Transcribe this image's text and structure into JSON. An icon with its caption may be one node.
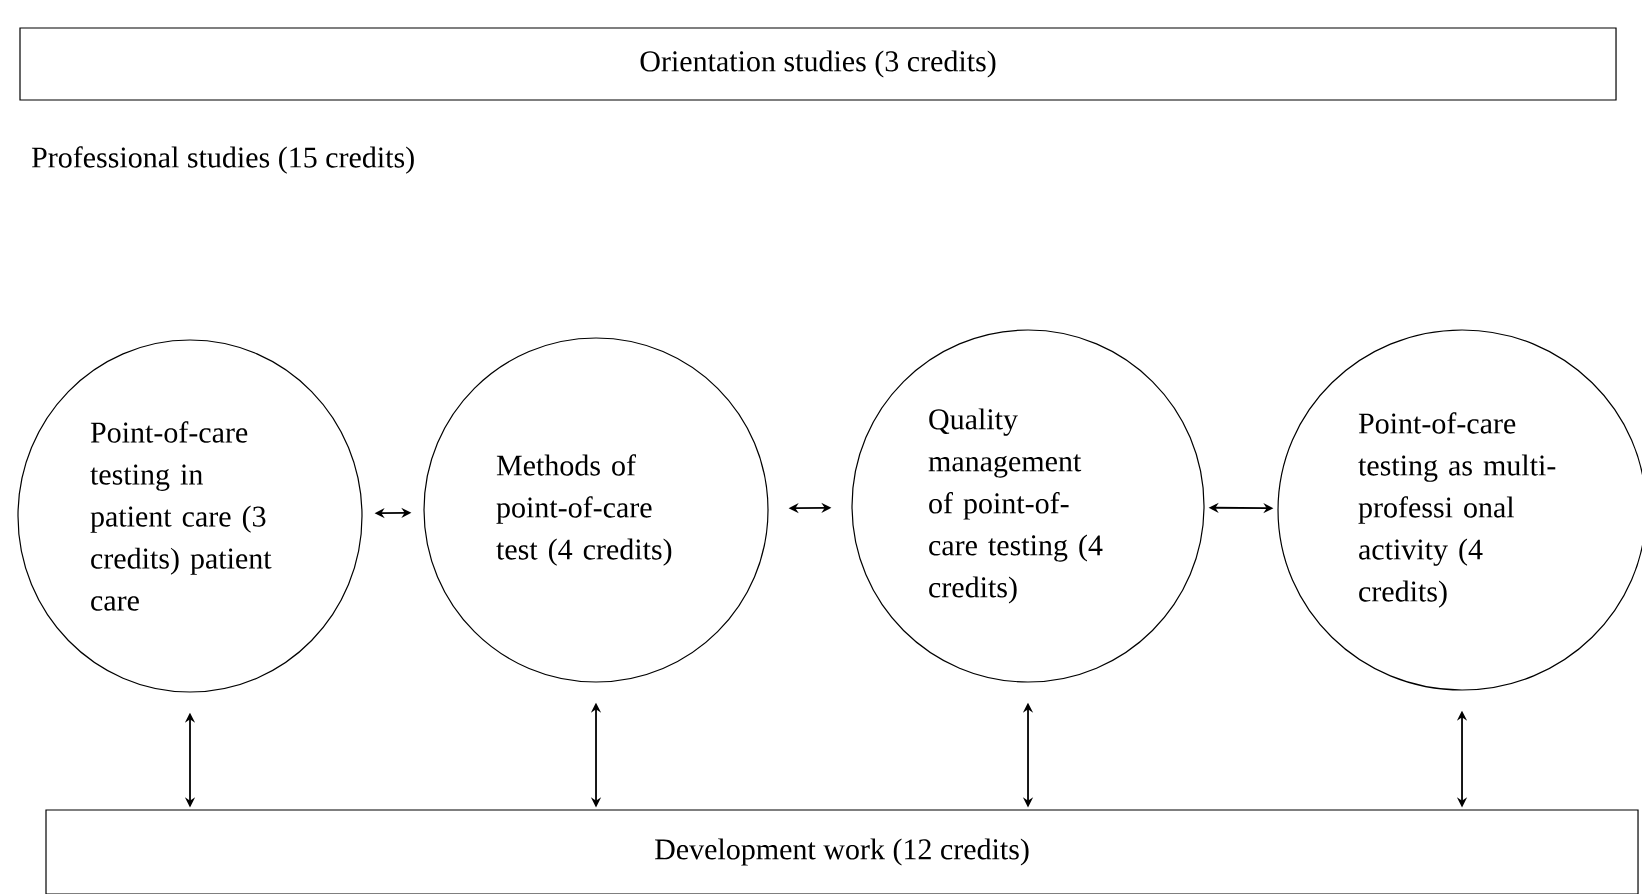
{
  "diagram": {
    "nodes": [
      {
        "text": [
          "Orientation studies (3 credits)"
        ]
      },
      {
        "text": [
          "Point-of-care testing in patient care (3 credits) patient care"
        ]
      },
      {
        "text": [
          "Methods of point-of-care test (4 credits)"
        ]
      },
      {
        "text": [
          "Quality management of point-of-care testing (4 credits)"
        ]
      },
      {
        "text": [
          "Point-of-care testing as multi-professi onal activity (4 credits)"
        ]
      },
      {
        "text": [
          "Development work (12 credits)"
        ]
      }
    ],
    "edges": [
      {
        "from": 1,
        "to": 2,
        "arrow": "both"
      },
      {
        "from": 2,
        "to": 3,
        "arrow": "both"
      },
      {
        "from": 3,
        "to": 4,
        "arrow": "both"
      },
      {
        "from": 1,
        "to": 5,
        "arrow": "both"
      },
      {
        "from": 2,
        "to": 5,
        "arrow": "both"
      },
      {
        "from": 3,
        "to": 5,
        "arrow": "both"
      },
      {
        "from": 4,
        "to": 5,
        "arrow": "both"
      }
    ],
    "labels": [
      "Professional studies (15 credits)"
    ]
  }
}
